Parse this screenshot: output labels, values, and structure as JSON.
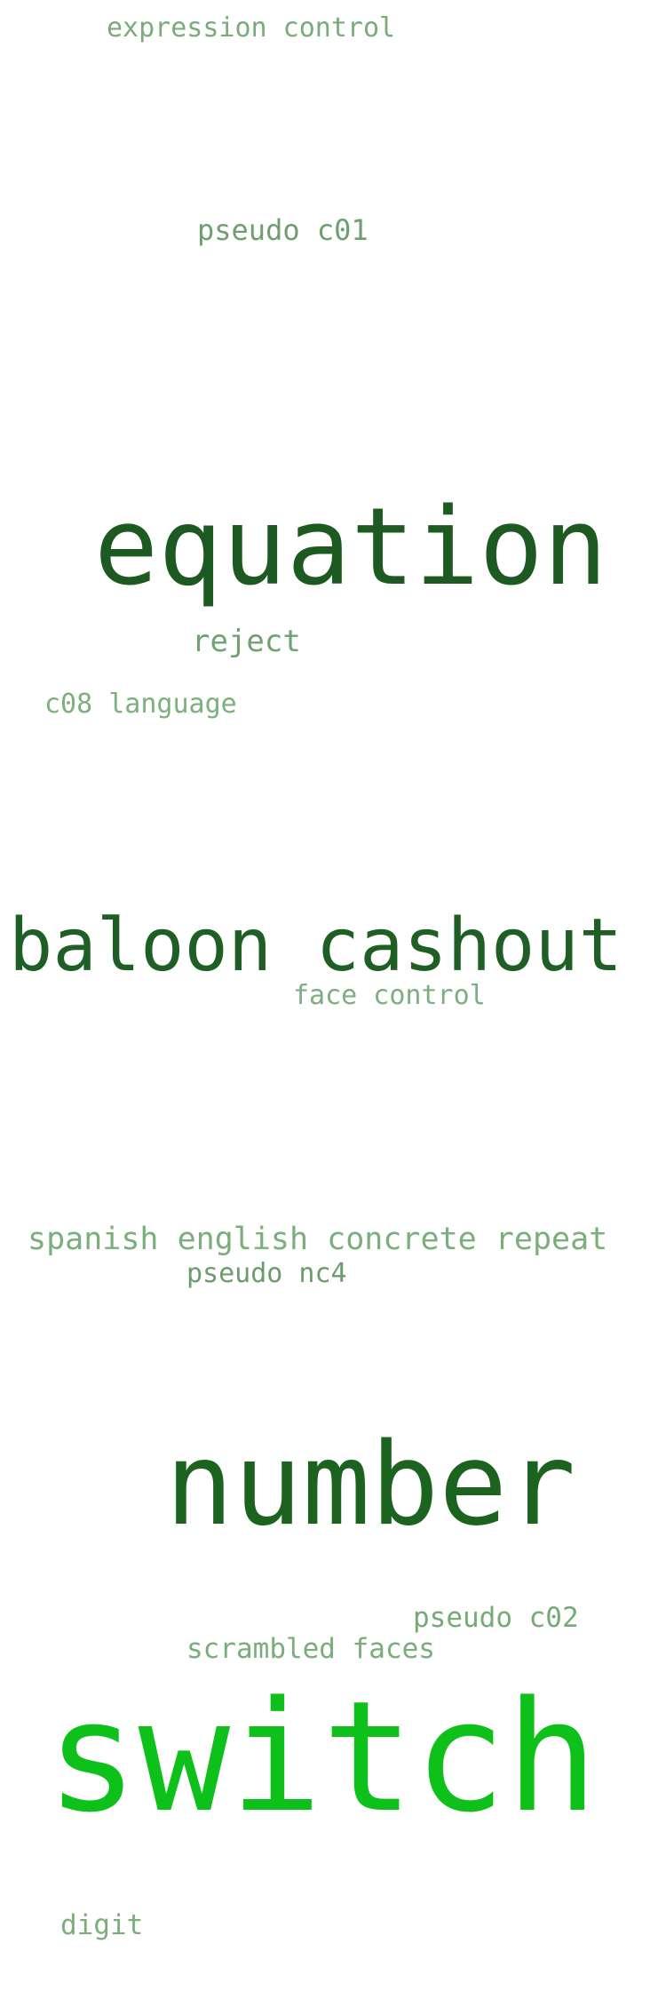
{
  "words": {
    "expression_control": {
      "text": "expression control",
      "color": "#7aab7a"
    },
    "pseudo_c01": {
      "text": "pseudo c01",
      "color": "#6f9f70"
    },
    "equation": {
      "text": "equation",
      "color": "#1d5a22"
    },
    "reject": {
      "text": "reject",
      "color": "#6fa271"
    },
    "c08_language": {
      "text": "c08 language",
      "color": "#7db07d"
    },
    "baloon_cashout": {
      "text": "baloon cashout",
      "color": "#1f5f26"
    },
    "face_control": {
      "text": "face control",
      "color": "#7dae7f"
    },
    "spanish_english_concrete_repeat": {
      "text": "spanish english concrete repeat",
      "color": "#7aaf7b"
    },
    "pseudo_nc4": {
      "text": "pseudo nc4",
      "color": "#6c9c6e"
    },
    "number": {
      "text": "number",
      "color": "#1d6320"
    },
    "pseudo_c02": {
      "text": "pseudo c02",
      "color": "#76aa77"
    },
    "scrambled_faces": {
      "text": "scrambled faces",
      "color": "#7aad7b"
    },
    "switch": {
      "text": "switch",
      "color": "#0dc11a"
    },
    "digit": {
      "text": "digit",
      "color": "#7bae7c"
    }
  }
}
